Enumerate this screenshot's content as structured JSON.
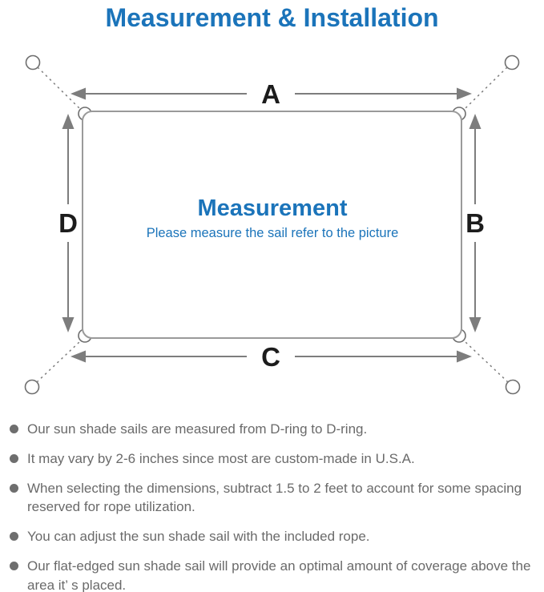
{
  "title": "Measurement & Installation",
  "diagram": {
    "label_a": "A",
    "label_b": "B",
    "label_c": "C",
    "label_d": "D",
    "heading": "Measurement",
    "subheading": "Please measure the sail refer to the picture"
  },
  "notes": {
    "items": [
      "Our sun shade sails are measured from D-ring to D-ring.",
      "It may vary by 2-6 inches since most are custom-made in U.S.A.",
      "When selecting the dimensions, subtract 1.5 to 2 feet to account for some spacing reserved for rope utilization.",
      "You can adjust the sun shade sail with the included rope.",
      "Our flat-edged sun shade sail will provide an optimal amount of coverage above the area it’ s placed."
    ]
  },
  "colors": {
    "accent_blue": "#1b74ba",
    "label_black": "#1c1c1c",
    "line_gray": "#7d7d7d",
    "sail_outline_gray": "#9a9a9a",
    "note_text_gray": "#6a6a6a"
  }
}
